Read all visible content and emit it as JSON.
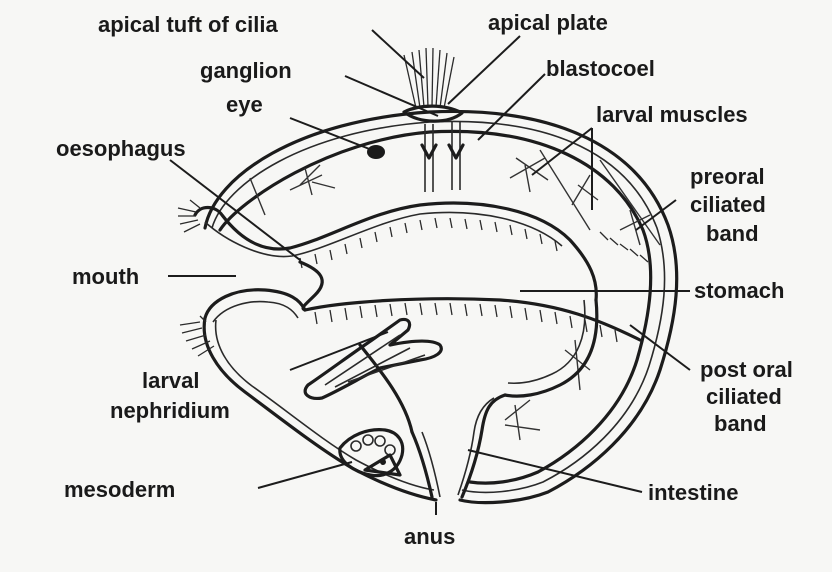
{
  "labels": {
    "apical_tuft": "apical tuft of cilia",
    "apical_plate": "apical plate",
    "ganglion": "ganglion",
    "blastocoel": "blastocoel",
    "eye": "eye",
    "larval_muscles": "larval muscles",
    "oesophagus": "oesophagus",
    "preoral_1": "preoral",
    "preoral_2": "ciliated",
    "preoral_3": "band",
    "mouth": "mouth",
    "stomach": "stomach",
    "nephridium_1": "larval",
    "nephridium_2": "nephridium",
    "postoral_1": "post oral",
    "postoral_2": "ciliated",
    "postoral_3": "band",
    "mesoderm": "mesoderm",
    "intestine": "intestine",
    "anus": "anus"
  }
}
